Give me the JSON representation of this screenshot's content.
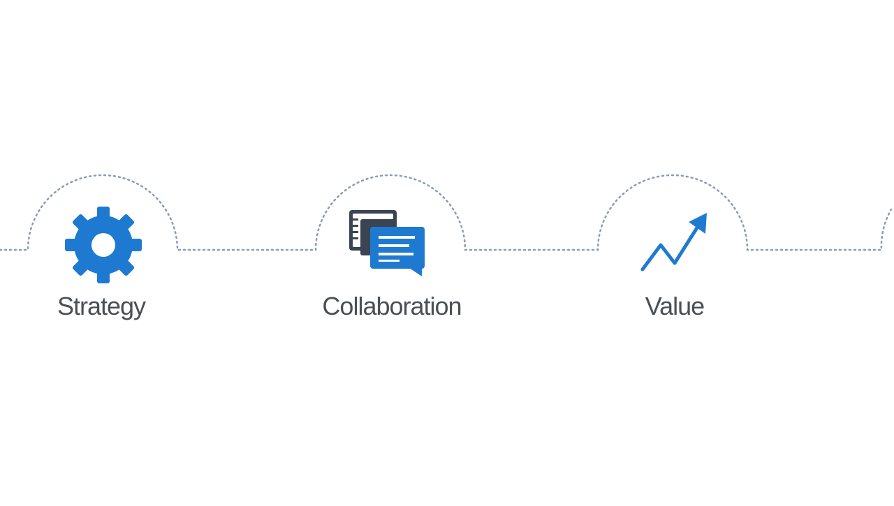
{
  "diagram": {
    "steps": [
      {
        "label": "Strategy",
        "icon": "gear-icon"
      },
      {
        "label": "Collaboration",
        "icon": "chat-documents-icon"
      },
      {
        "label": "Value",
        "icon": "trend-arrow-icon"
      }
    ]
  },
  "colors": {
    "accent": "#1e7ad1",
    "dark_icon": "#3b4452",
    "dotted_line": "#8a9bb4",
    "label_text": "#4a4f55",
    "background": "#ffffff"
  }
}
